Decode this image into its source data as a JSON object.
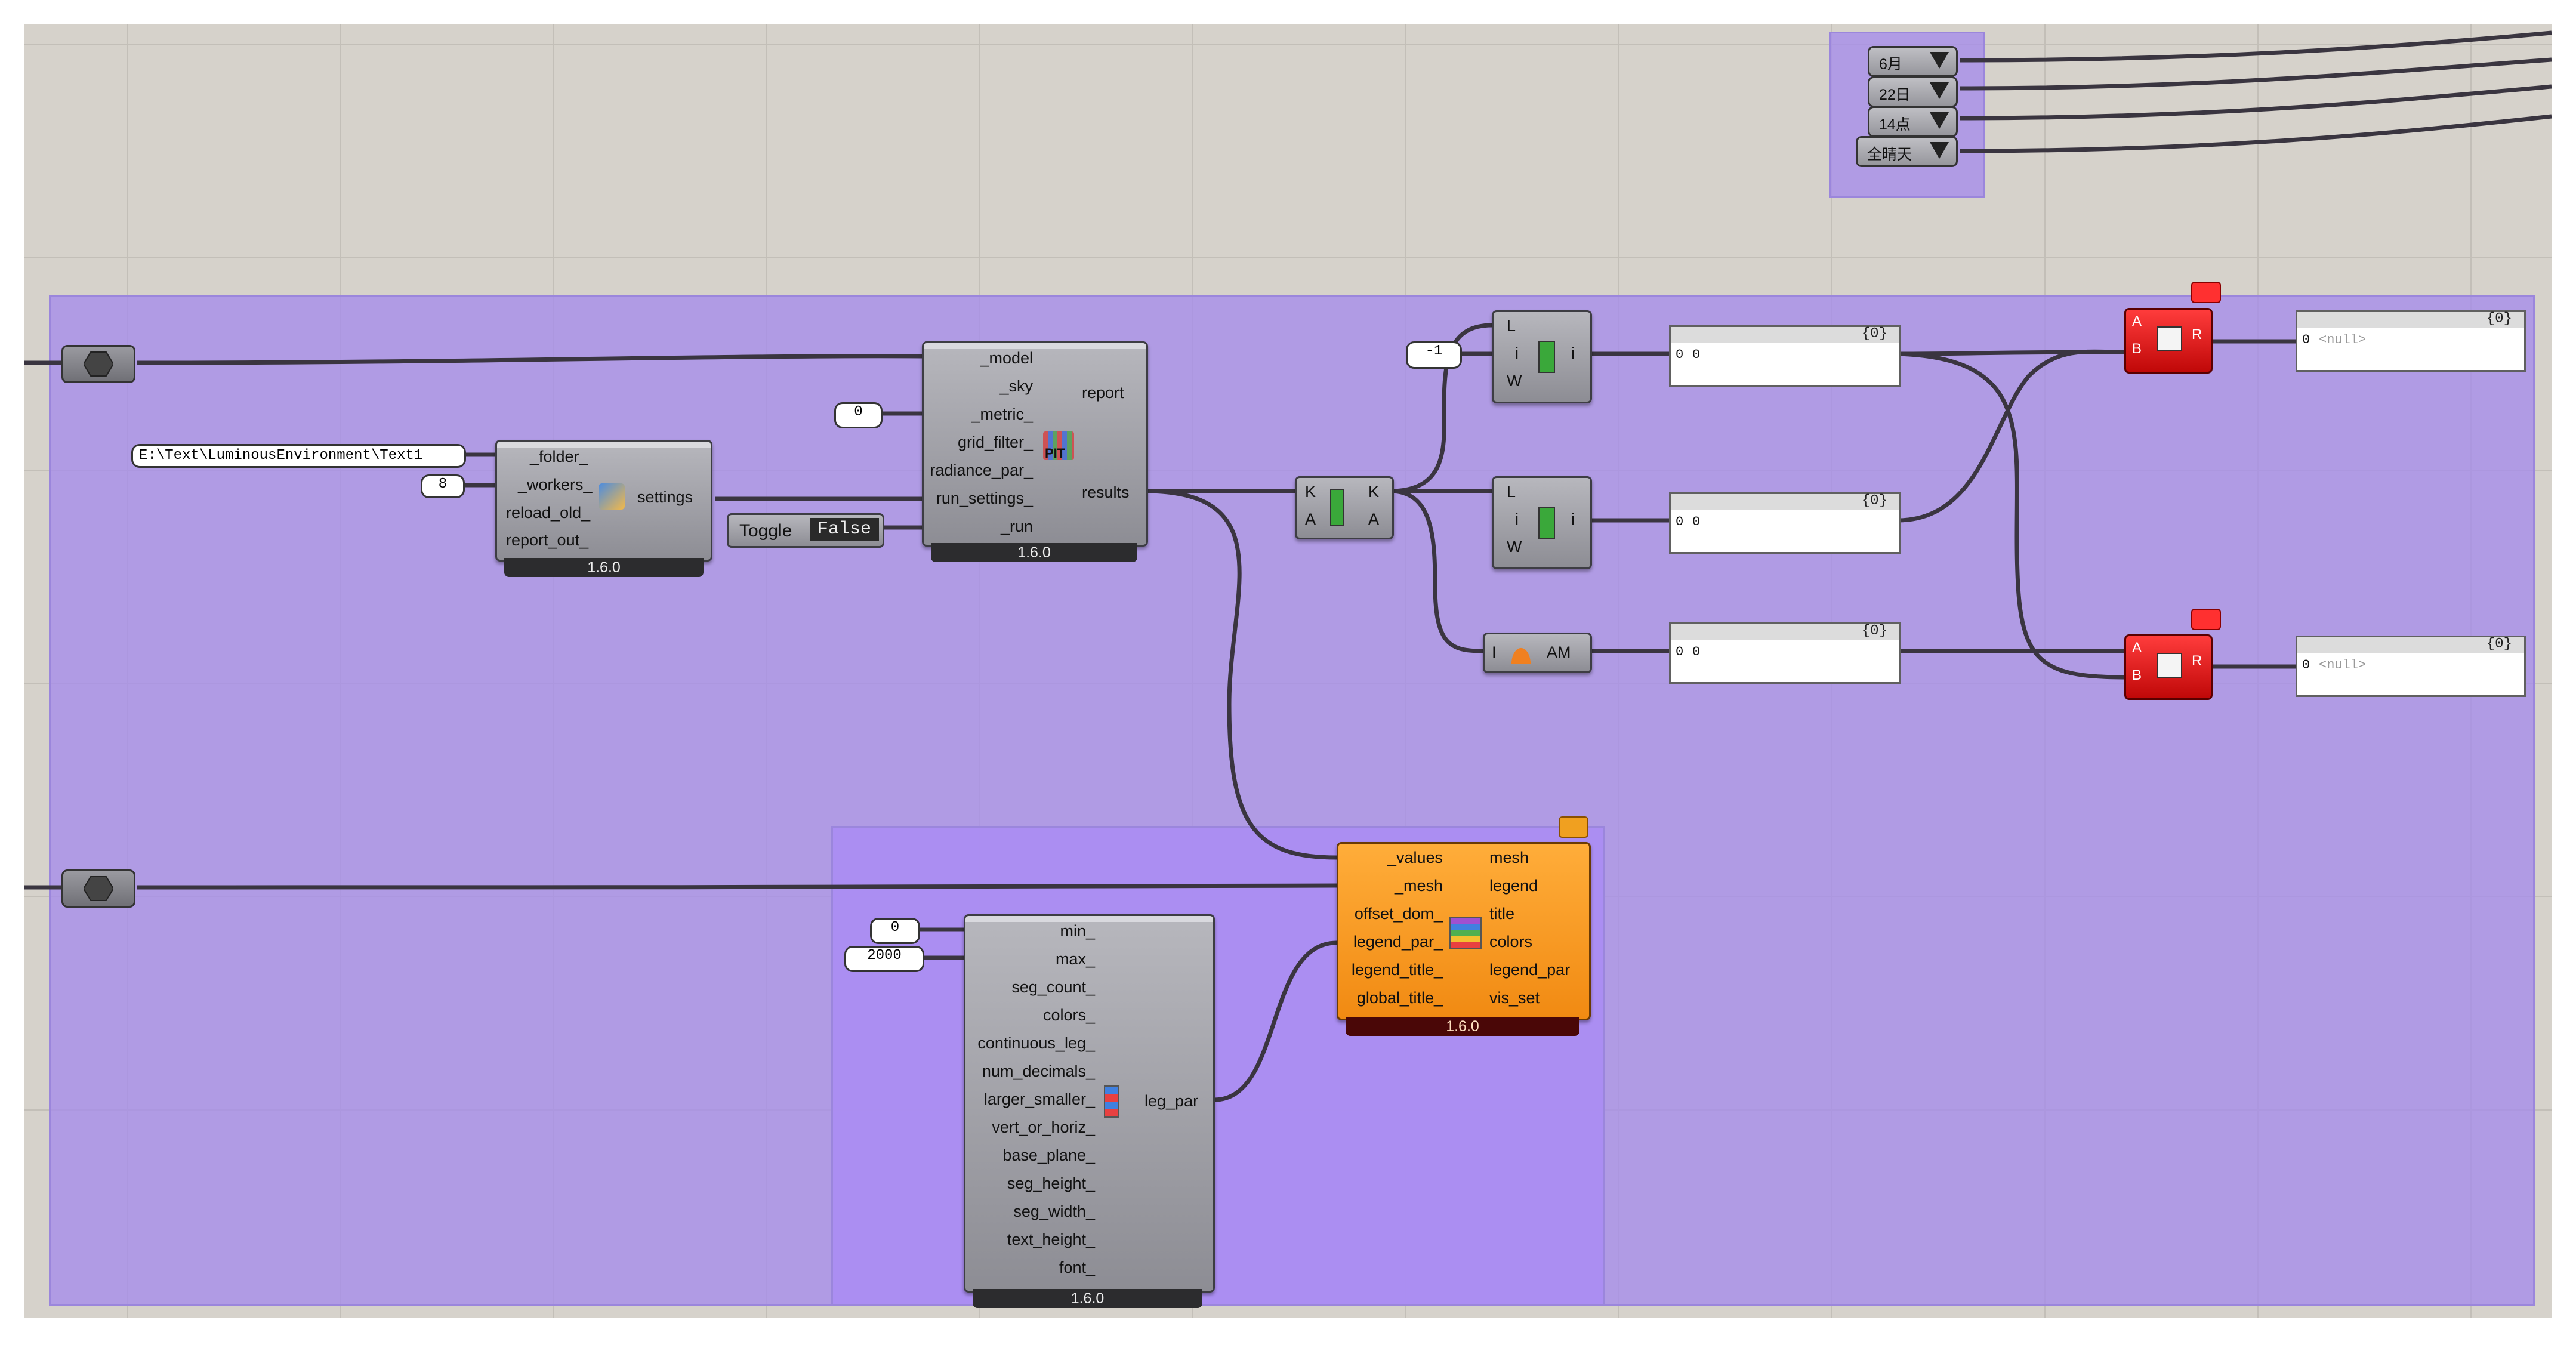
{
  "top_dropdowns": [
    {
      "label": "6月"
    },
    {
      "label": "22日"
    },
    {
      "label": "14点"
    },
    {
      "label": "全晴天"
    }
  ],
  "recipe_component": {
    "inputs": [
      "_folder_",
      "_workers_",
      "reload_old_",
      "report_out_"
    ],
    "output": "settings",
    "version": "1.6.0",
    "folder_value": "E:\\Text\\LuminousEnvironment\\Text1",
    "workers_value": "8"
  },
  "sim_component": {
    "inputs": [
      "_model",
      "_sky",
      "_metric_",
      "grid_filter_",
      "radiance_par_",
      "run_settings_",
      "_run"
    ],
    "outputs": [
      "report",
      "results"
    ],
    "version": "1.6.0",
    "metric_value": "0",
    "icon_text": "PIT"
  },
  "toggle": {
    "label": "Toggle",
    "value": "False"
  },
  "sort_component": {
    "inputs": [
      "K",
      "A"
    ],
    "outputs": [
      "K",
      "A"
    ]
  },
  "list_items": [
    {
      "inputs": [
        "L",
        "i",
        "W"
      ],
      "output": "i",
      "index_value": "-1"
    },
    {
      "inputs": [
        "L",
        "i",
        "W"
      ],
      "output": "i"
    }
  ],
  "average": {
    "input": "I",
    "output": "AM"
  },
  "panels": [
    {
      "title": "{0}",
      "index": "0",
      "value": "0"
    },
    {
      "title": "{0}",
      "index": "0",
      "value": "0"
    },
    {
      "title": "{0}",
      "index": "0",
      "value": "0"
    },
    {
      "title": "{0}",
      "index": "0",
      "value": "<null>"
    },
    {
      "title": "{0}",
      "index": "0",
      "value": "<null>"
    }
  ],
  "division": {
    "inputs": [
      "A",
      "B"
    ],
    "output": "R"
  },
  "spatial_heatmap": {
    "inputs": [
      "_values",
      "_mesh",
      "offset_dom_",
      "legend_par_",
      "legend_title_",
      "global_title_"
    ],
    "outputs": [
      "mesh",
      "legend",
      "title",
      "colors",
      "legend_par",
      "vis_set"
    ],
    "version": "1.6.0"
  },
  "legend_parameters": {
    "inputs": [
      "min_",
      "max_",
      "seg_count_",
      "colors_",
      "continuous_leg_",
      "num_decimals_",
      "larger_smaller_",
      "vert_or_horiz_",
      "base_plane_",
      "seg_height_",
      "seg_width_",
      "text_height_",
      "font_"
    ],
    "output": "leg_par",
    "version": "1.6.0",
    "min_value": "0",
    "max_value": "2000"
  },
  "colors": {
    "canvas": "#d6d2cb",
    "group": "#a58ceb",
    "component": "#9c9ca2",
    "heatmap": "#f5961e",
    "division": "#e01818"
  }
}
